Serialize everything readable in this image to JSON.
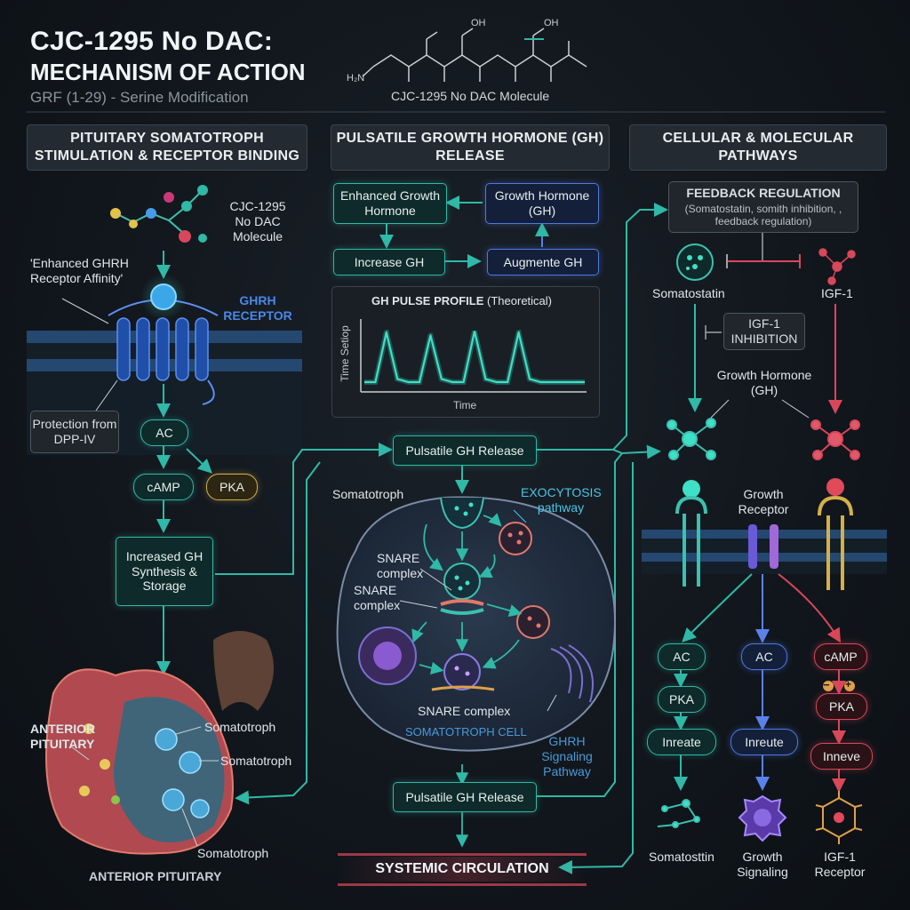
{
  "header": {
    "title_line1": "CJC-1295 No DAC:",
    "title_line2": "MECHANISM OF ACTION",
    "subtitle": "GRF (1-29) - Serine Modification",
    "molecule_caption": "CJC-1295 No DAC Molecule",
    "molecule_labels": {
      "nh2": "H₂N",
      "oh1": "OH",
      "oh2": "OH"
    }
  },
  "sections": {
    "left": "PITUITARY SOMATOTROPH STIMULATION & RECEPTOR BINDING",
    "middle": "PULSATILE GROWTH HORMONE (GH) RELEASE",
    "right": "CELLULAR & MOLECULAR PATHWAYS"
  },
  "left": {
    "molecule_label": "CJC-1295 No DAC Molecule",
    "affinity_note": "'Enhanced GHRH Receptor Affinity'",
    "receptor_label": "GHRH RECEPTOR",
    "protection": "Protection from DPP-IV",
    "ac": "AC",
    "camp": "cAMP",
    "pka": "PKA",
    "increased_gh": "Increased GH Synthesis & Storage",
    "anterior_pituitary_label": "ANTERIOR PITUITARY",
    "somatotroph_1": "Somatotroph",
    "somatotroph_2": "Somatotroph",
    "somatotroph_3": "Somatotroph",
    "bottom_label": "ANTERIOR PITUITARY"
  },
  "middle": {
    "enhanced_gh": "Enhanced Growth Hormone",
    "growth_hormone": "Growth Hormone (GH)",
    "increase_gh": "Increase GH",
    "augmente_gh": "Augmente GH",
    "pulse_title": "GH PULSE PROFILE",
    "pulse_title_suffix": "(Theoretical)",
    "y_axis": "Time Setiop",
    "x_axis": "Time",
    "pulsatile_release_top": "Pulsatile GH Release",
    "somatotroph_label": "Somatotroph",
    "exocytosis": "EXOCYTOSIS pathway",
    "snare_1": "SNARE complex",
    "snare_2": "SNARE complex",
    "snare_3": "SNARE complex",
    "cell_label": "SOMATOTROPH CELL",
    "ghrh_signaling": "GHRH Signaling Pathway",
    "pulsatile_release_bottom": "Pulsatile GH Release",
    "systemic": "SYSTEMIC CIRCULATION"
  },
  "right": {
    "feedback_title": "FEEDBACK REGULATION",
    "feedback_sub": "(Somatostatin, somith inhibition, , feedback regulation)",
    "somatostatin": "Somatostatin",
    "igf1": "IGF-1",
    "igf1_inhibition": "IGF-1 INHIBITION",
    "growth_hormone_gh": "Growth Hormone (GH)",
    "growth_receptor": "Growth Receptor",
    "col1": [
      "AC",
      "PKA",
      "Inreate"
    ],
    "col2": [
      "AC",
      "Inreute"
    ],
    "col3": [
      "cAMP",
      "PKA",
      "Inneve"
    ],
    "minus": "−",
    "plus": "+",
    "out1": "Somatosttin",
    "out2": "Growth Signaling",
    "out3": "IGF-1 Receptor"
  },
  "colors": {
    "teal": "#2fb9a6",
    "blue": "#4f78e0",
    "red": "#d9475a",
    "yellow": "#d4b04a",
    "cyan": "#48c6e6"
  },
  "chart_data": {
    "type": "line",
    "title": "GH PULSE PROFILE (Theoretical)",
    "xlabel": "Time",
    "ylabel": "Time Setiop",
    "x": [
      0,
      1,
      2,
      3,
      4,
      5,
      6,
      7,
      8,
      9,
      10,
      11,
      12,
      13,
      14,
      15,
      16,
      17,
      18,
      19,
      20
    ],
    "series": [
      {
        "values": [
          0.1,
          0.1,
          0.9,
          0.15,
          0.1,
          0.1,
          0.85,
          0.15,
          0.1,
          0.1,
          0.92,
          0.15,
          0.1,
          0.1,
          0.9,
          0.15,
          0.1,
          0.1,
          0.1,
          0.1,
          0.1
        ]
      }
    ],
    "grid": false
  }
}
